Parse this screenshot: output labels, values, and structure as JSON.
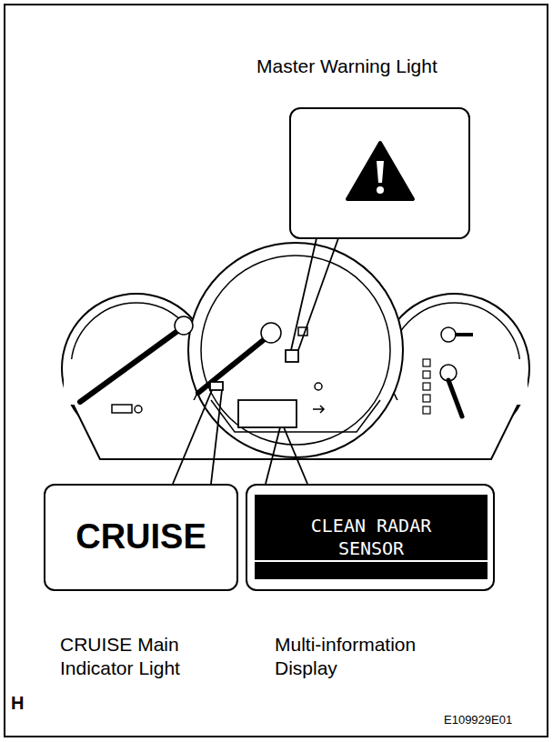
{
  "diagram": {
    "nodes": [
      {
        "text": [
          "Master Warning Light"
        ]
      },
      {
        "text": [
          "CRUISE",
          "CRUISE Main Indicator Light"
        ]
      },
      {
        "text": [
          "Multi-information Display"
        ]
      },
      {
        "text": [
          "CLEAN RADAR SENSOR"
        ],
        "in": 2
      }
    ],
    "labels": [
      "H",
      "E109929E01"
    ]
  }
}
